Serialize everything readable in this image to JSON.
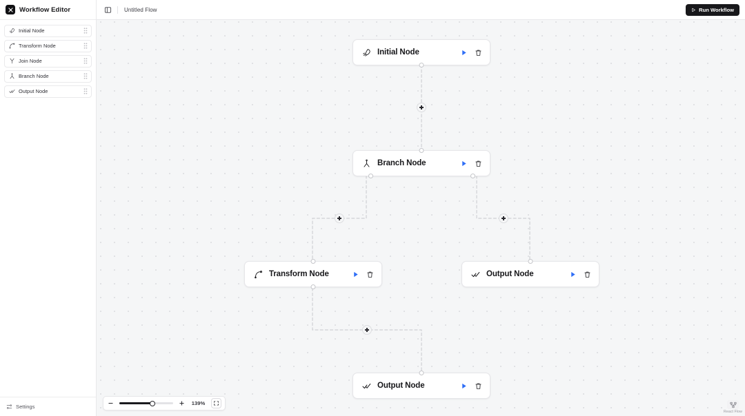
{
  "app": {
    "title": "Workflow Editor",
    "logo_icon": "app-logo-icon"
  },
  "sidebar": {
    "palette_items": [
      {
        "label": "Initial Node",
        "icon": "rocket-icon",
        "grip": "drag-grip-icon"
      },
      {
        "label": "Transform Node",
        "icon": "curve-transform-icon",
        "grip": "drag-grip-icon"
      },
      {
        "label": "Join Node",
        "icon": "join-merge-icon",
        "grip": "drag-grip-icon"
      },
      {
        "label": "Branch Node",
        "icon": "branch-split-icon",
        "grip": "drag-grip-icon"
      },
      {
        "label": "Output Node",
        "icon": "double-check-icon",
        "grip": "drag-grip-icon"
      }
    ],
    "footer": {
      "label": "Settings",
      "icon": "sliders-icon"
    }
  },
  "topbar": {
    "panel_toggle_icon": "panel-left-icon",
    "flow_name": "Untitled Flow",
    "run_label": "Run Workflow",
    "run_icon": "play-outline-icon"
  },
  "canvas": {
    "nodes": [
      {
        "id": "initial",
        "label": "Initial Node",
        "icon": "rocket-icon",
        "play_icon": "play-icon",
        "delete_icon": "trash-icon"
      },
      {
        "id": "branch",
        "label": "Branch Node",
        "icon": "branch-split-icon",
        "play_icon": "play-icon",
        "delete_icon": "trash-icon"
      },
      {
        "id": "transform",
        "label": "Transform Node",
        "icon": "curve-transform-icon",
        "play_icon": "play-icon",
        "delete_icon": "trash-icon"
      },
      {
        "id": "output-right",
        "label": "Output Node",
        "icon": "double-check-icon",
        "play_icon": "play-icon",
        "delete_icon": "trash-icon"
      },
      {
        "id": "output-bottom",
        "label": "Output Node",
        "icon": "double-check-icon",
        "play_icon": "play-icon",
        "delete_icon": "trash-icon"
      }
    ],
    "edge_add_label": "+",
    "edge_count": 4
  },
  "controls": {
    "zoom_out_label": "−",
    "zoom_in_label": "+",
    "zoom_percent": "139%",
    "zoom_fill_percent": 62,
    "fit_view_icon": "fit-view-icon"
  },
  "attribution": {
    "text": "React Flow",
    "icon": "react-flow-icon"
  },
  "colors": {
    "accent_play": "#2f6ef6",
    "run_button_bg": "#18181b",
    "canvas_bg": "#f5f6f7",
    "node_border": "#e6e6e9",
    "edge": "#cfd0d4"
  }
}
